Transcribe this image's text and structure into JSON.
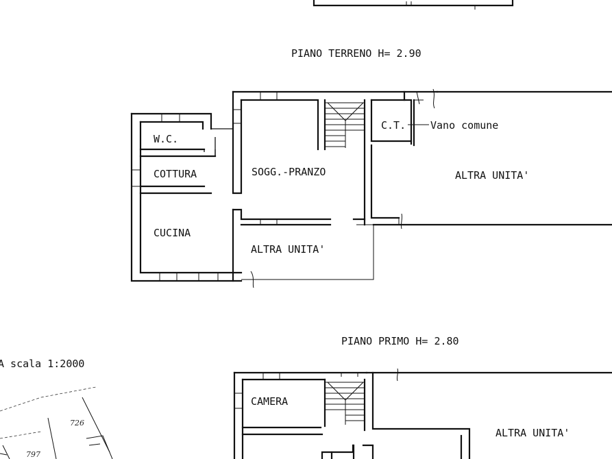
{
  "titles": {
    "ground_floor": "PIANO TERRENO H= 2.90",
    "first_floor": "PIANO PRIMO H= 2.80",
    "scale": "A scala 1:2000"
  },
  "ground_floor_rooms": {
    "wc": "W.C.",
    "cottura": "COTTURA",
    "cucina": "CUCINA",
    "soggiorno_pranzo": "SOGG.-PRANZO",
    "ct": "C.T.",
    "vano_comune": "Vano comune",
    "altra_unita_right": "ALTRA UNITA'",
    "altra_unita_bottom": "ALTRA UNITA'"
  },
  "first_floor_rooms": {
    "camera": "CAMERA",
    "altra_unita_right": "ALTRA UNITA'"
  },
  "cadastral_parcels": {
    "parcel_a": "726",
    "parcel_b": "797"
  }
}
